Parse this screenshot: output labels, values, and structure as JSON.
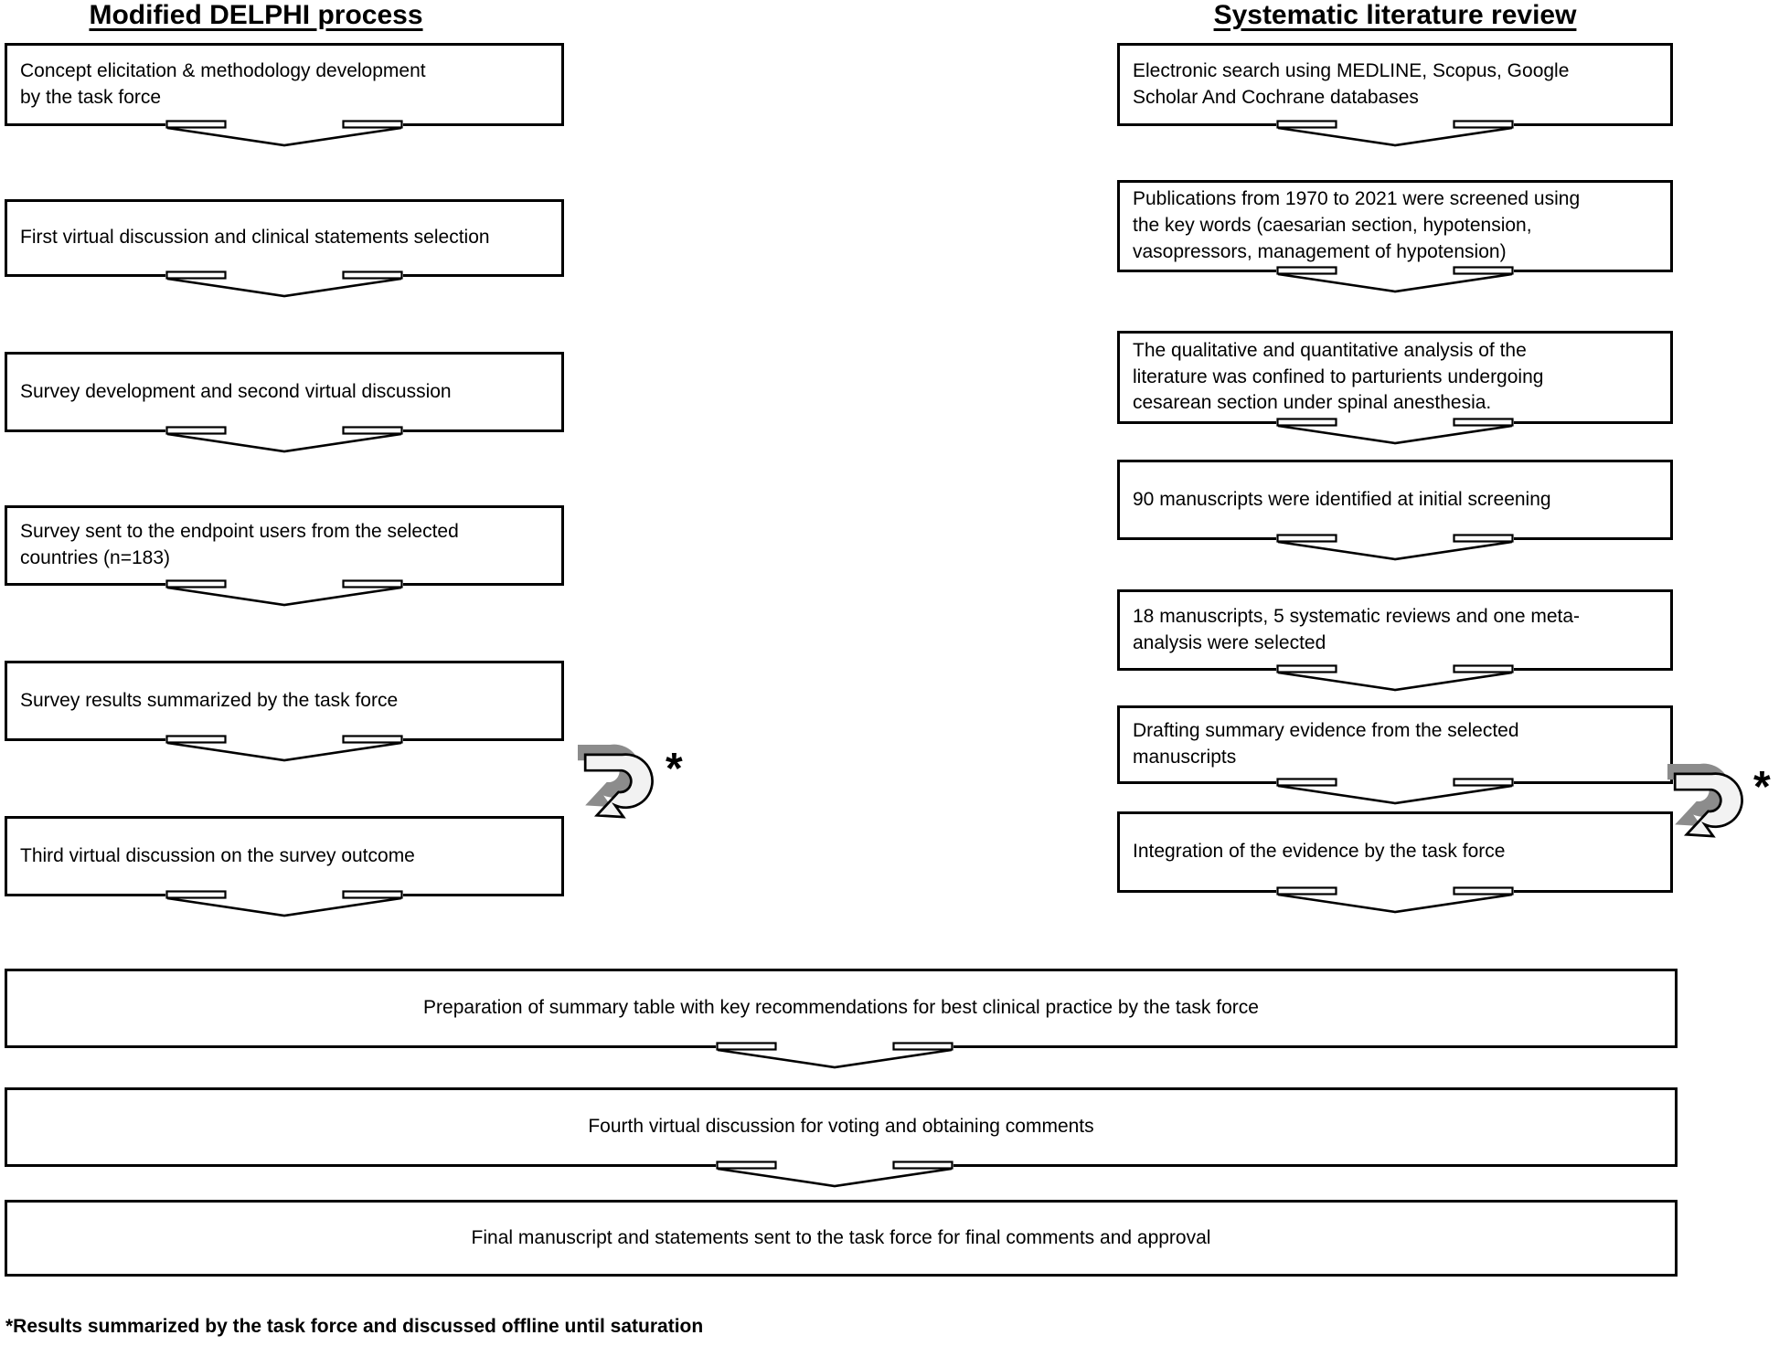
{
  "flow": {
    "left": {
      "title": "Modified DELPHI process",
      "boxes": [
        {
          "text": "Concept elicitation & methodology development\nby the task force"
        },
        {
          "text": "First virtual discussion and clinical statements selection"
        },
        {
          "text": "Survey development and second virtual discussion"
        },
        {
          "text": "Survey sent to the endpoint users from the selected\ncountries (n=183)"
        },
        {
          "text": "Survey results summarized by the task force"
        },
        {
          "text": "Third virtual discussion on the survey outcome"
        }
      ],
      "loop_note": "*"
    },
    "right": {
      "title": "Systematic literature review",
      "boxes": [
        {
          "text": "Electronic search using MEDLINE, Scopus, Google\nScholar And Cochrane databases"
        },
        {
          "text": "Publications from 1970 to 2021 were screened using\nthe key words (caesarian section, hypotension,\nvasopressors, management of hypotension)"
        },
        {
          "text": "The qualitative and quantitative analysis of the\nliterature was confined to parturients undergoing\ncesarean section under spinal anesthesia."
        },
        {
          "text": "90 manuscripts were identified at initial screening"
        },
        {
          "text": "18 manuscripts, 5 systematic reviews and one meta-\nanalysis were selected"
        },
        {
          "text": "Drafting summary evidence from the selected\nmanuscripts"
        },
        {
          "text": "Integration of the evidence by the task force"
        }
      ],
      "loop_note": "*"
    },
    "bottom": {
      "boxes": [
        {
          "text": "Preparation of summary table with key recommendations for best clinical practice by the task force"
        },
        {
          "text": "Fourth virtual discussion for voting and obtaining comments"
        },
        {
          "text": "Final manuscript and statements sent to the task force for final comments and approval"
        }
      ]
    },
    "footnote": "*Results summarized by the task force and discussed offline until saturation",
    "icons": {
      "loop_icon": "loop-arrow-icon",
      "down_arrow": "down-chevron-arrow"
    },
    "colors": {
      "box_border": "#000000",
      "background": "#ffffff",
      "loop_icon_gray": "#8c8c8c",
      "loop_icon_fill": "#f2f2f2"
    }
  }
}
